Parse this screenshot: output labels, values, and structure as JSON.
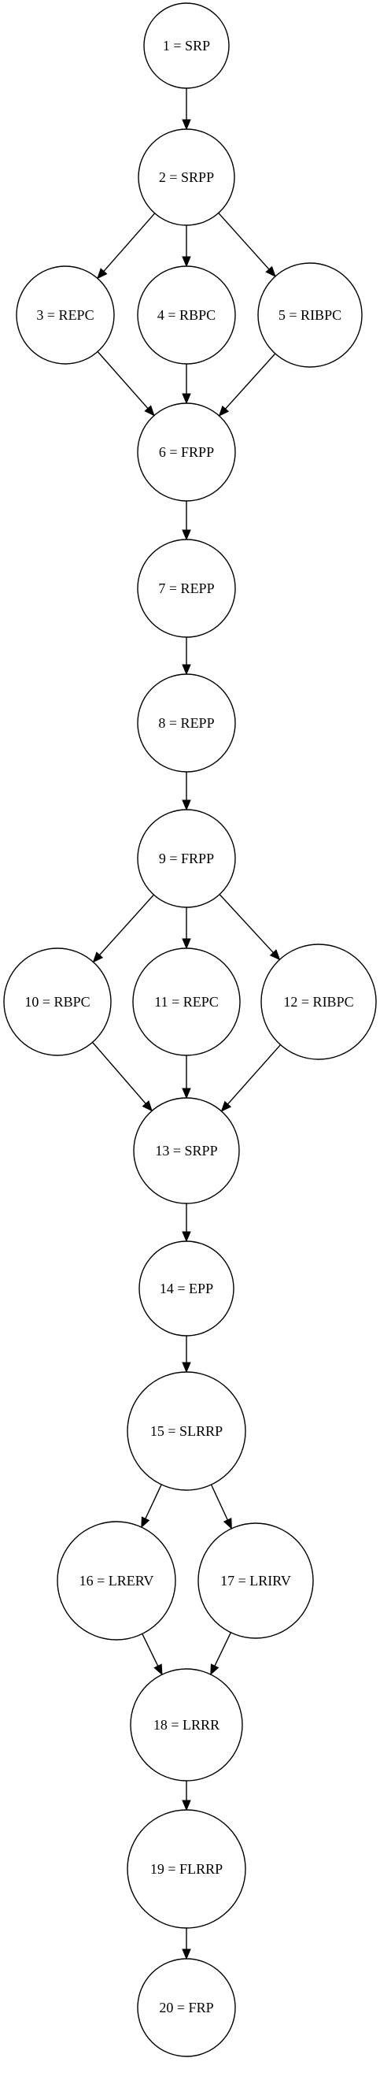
{
  "nodes": [
    {
      "id": 1,
      "label": "1 = SRP"
    },
    {
      "id": 2,
      "label": "2 = SRPP"
    },
    {
      "id": 3,
      "label": "3 = REPC"
    },
    {
      "id": 4,
      "label": "4 = RBPC"
    },
    {
      "id": 5,
      "label": "5 = RIBPC"
    },
    {
      "id": 6,
      "label": "6 = FRPP"
    },
    {
      "id": 7,
      "label": "7 = REPP"
    },
    {
      "id": 8,
      "label": "8 = REPP"
    },
    {
      "id": 9,
      "label": "9 = FRPP"
    },
    {
      "id": 10,
      "label": "10 = RBPC"
    },
    {
      "id": 11,
      "label": "11 = REPC"
    },
    {
      "id": 12,
      "label": "12 = RIBPC"
    },
    {
      "id": 13,
      "label": "13 = SRPP"
    },
    {
      "id": 14,
      "label": "14 = EPP"
    },
    {
      "id": 15,
      "label": "15 = SLRRP"
    },
    {
      "id": 16,
      "label": "16 = LRERV"
    },
    {
      "id": 17,
      "label": "17 = LRIRV"
    },
    {
      "id": 18,
      "label": "18 = LRRR"
    },
    {
      "id": 19,
      "label": "19 = FLRRP"
    },
    {
      "id": 20,
      "label": "20 = FRP"
    }
  ],
  "edges": [
    [
      1,
      2
    ],
    [
      2,
      3
    ],
    [
      2,
      4
    ],
    [
      2,
      5
    ],
    [
      3,
      6
    ],
    [
      4,
      6
    ],
    [
      5,
      6
    ],
    [
      6,
      7
    ],
    [
      7,
      8
    ],
    [
      8,
      9
    ],
    [
      9,
      10
    ],
    [
      9,
      11
    ],
    [
      9,
      12
    ],
    [
      10,
      13
    ],
    [
      11,
      13
    ],
    [
      12,
      13
    ],
    [
      13,
      14
    ],
    [
      14,
      15
    ],
    [
      15,
      16
    ],
    [
      15,
      17
    ],
    [
      16,
      18
    ],
    [
      17,
      18
    ],
    [
      18,
      19
    ],
    [
      19,
      20
    ]
  ]
}
